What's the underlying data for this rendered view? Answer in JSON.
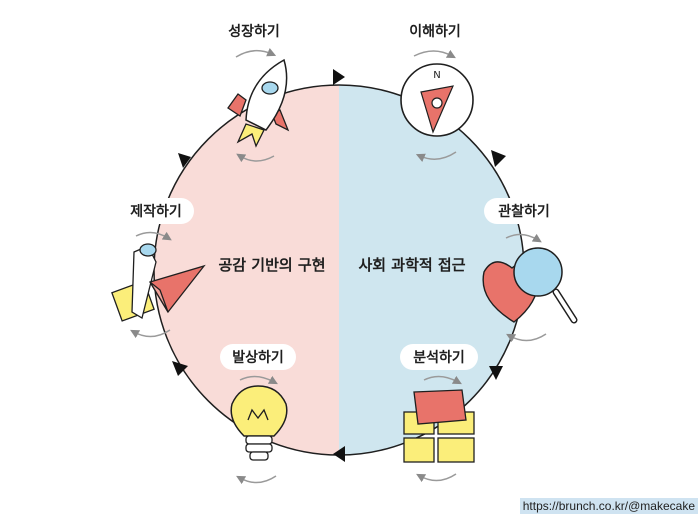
{
  "diagram": {
    "left_half": {
      "label": "공감 기반의 구현",
      "color": "#f9dcd8"
    },
    "right_half": {
      "label": "사회 과학적 접근",
      "color": "#cfe6ef"
    },
    "stages": {
      "grow": "성장하기",
      "understand": "이해하기",
      "observe": "관찰하기",
      "analyze": "분석하기",
      "ideate": "발상하기",
      "make": "제작하기"
    }
  },
  "credit": "https://brunch.co.kr/@makecake",
  "colors": {
    "accent_red": "#e8736a",
    "accent_yellow": "#fbee7a",
    "accent_blue": "#a8d8ee",
    "outline": "#1f1f1f"
  }
}
